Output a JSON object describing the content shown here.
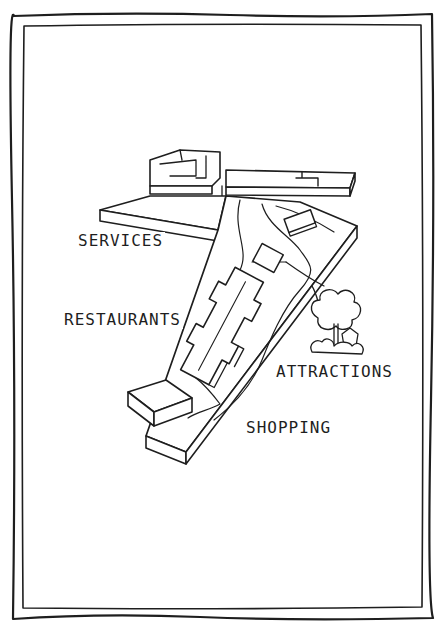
{
  "diagram": {
    "labels": [
      "SERVICES",
      "RESTAURANTS",
      "ATTRACTIONS",
      "SHOPPING"
    ]
  }
}
